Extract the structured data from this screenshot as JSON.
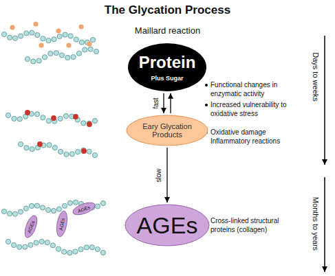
{
  "diagram": {
    "title": "The Glycation Process",
    "nodes": [
      {
        "text": [
          "Protein",
          "Plus Sugar"
        ]
      },
      {
        "text": [
          "Eary Glycation Products"
        ]
      },
      {
        "text": [
          "AGEs"
        ]
      }
    ],
    "edges": [
      {
        "from": 0,
        "to": 1,
        "arrow": "both",
        "label": "fast"
      },
      {
        "from": 1,
        "to": 2,
        "arrow": "to",
        "label": "slow"
      }
    ],
    "labels": [
      "Maillard reaction",
      "Functional changes in enzymatic activity",
      "Increased vulnerability to oxidative stress",
      "Oxidative damage Inflammatory reactions",
      "Cross-linked structural proteins (collagen)",
      "Days to weeks",
      "Months to years",
      "AGEs",
      "AGEs",
      "AGEs"
    ]
  }
}
